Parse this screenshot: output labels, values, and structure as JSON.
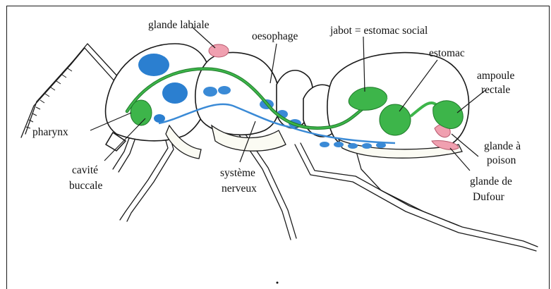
{
  "labels": {
    "glande_labiale": "glande labiale",
    "oesophage": "oesophage",
    "jabot": "jabot = estomac social",
    "estomac": "estomac",
    "ampoule_line1": "ampoule",
    "ampoule_line2": "rectale",
    "pharynx": "pharynx",
    "cavite_line1": "cavité",
    "cavite_line2": "buccale",
    "systeme_line1": "système",
    "systeme_line2": "nerveux",
    "glande_poison_line1": "glande à",
    "glande_poison_line2": "poison",
    "dufour_line1": "glande de",
    "dufour_line2": "Dufour"
  },
  "colors": {
    "digestive": "#3db54a",
    "digestive_stroke": "#1f7a2a",
    "glands": "#2b7fd0",
    "nerve": "#3a8ad6",
    "pink_gland": "#f0a0b0",
    "outline": "#1a1a1a"
  }
}
